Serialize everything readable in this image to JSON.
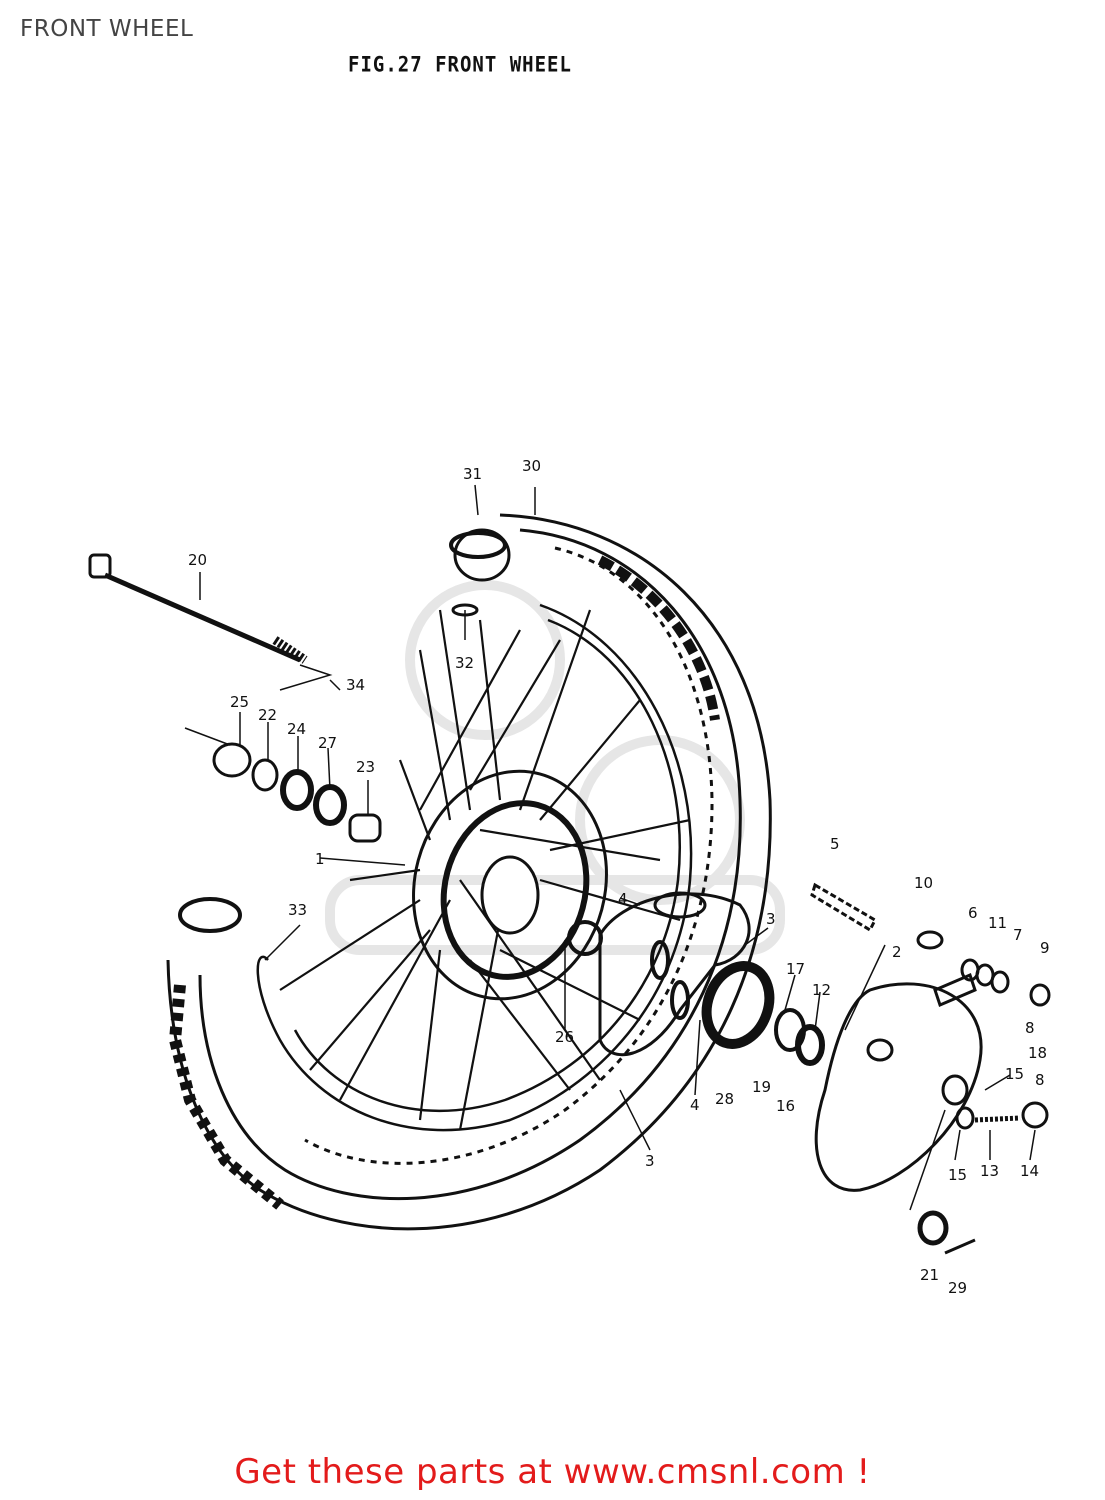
{
  "page": {
    "title": "FRONT WHEEL"
  },
  "figure": {
    "title": "FIG.27 FRONT WHEEL",
    "callouts": [
      "1",
      "2",
      "3",
      "4",
      "5",
      "6",
      "7",
      "8",
      "9",
      "10",
      "11",
      "12",
      "13",
      "14",
      "15",
      "16",
      "17",
      "18",
      "19",
      "20",
      "21",
      "22",
      "23",
      "24",
      "25",
      "26",
      "27",
      "28",
      "29",
      "30",
      "31",
      "32",
      "33",
      "34"
    ]
  },
  "footer": {
    "link_text": "Get these parts at www.cmsnl.com !"
  },
  "colors": {
    "footer_link": "#e31b1b",
    "line_art": "#111111",
    "watermark": "#e6e6e6"
  }
}
